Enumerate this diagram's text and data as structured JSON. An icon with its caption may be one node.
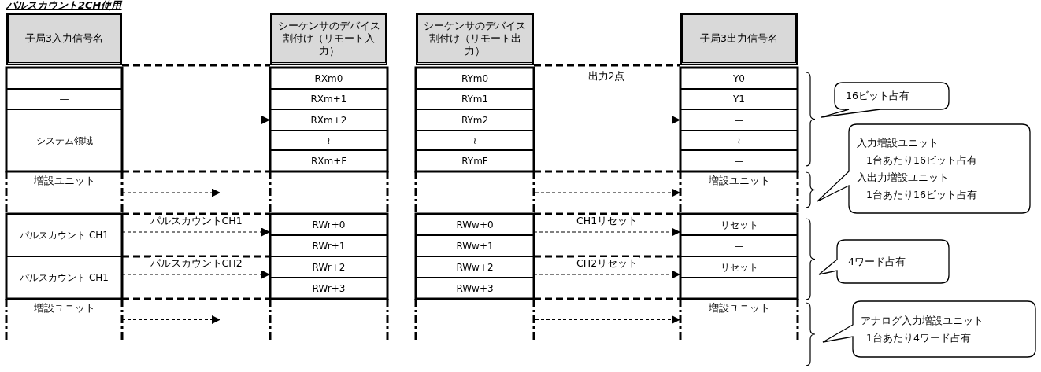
{
  "diagram": {
    "title": "パルスカウント2CH使用",
    "nodes": [
      {
        "text": [
          "子局3入力信号名"
        ]
      },
      {
        "text": [
          "シーケンサのデバイス割付け（リモート入力）"
        ]
      },
      {
        "text": [
          "シーケンサのデバイス割付け（リモート出力）"
        ]
      },
      {
        "text": [
          "子局3出力信号名"
        ]
      },
      {
        "text": [
          "—"
        ]
      },
      {
        "text": [
          "—"
        ]
      },
      {
        "text": [
          "システム領域"
        ]
      },
      {
        "text": [
          "増設ユニット"
        ]
      },
      {
        "text": [
          "パルスカウント CH1"
        ]
      },
      {
        "text": [
          "パルスカウント CH1"
        ]
      },
      {
        "text": [
          "増設ユニット"
        ]
      },
      {
        "text": [
          "RXm0"
        ]
      },
      {
        "text": [
          "RXm+1"
        ]
      },
      {
        "text": [
          "RXm+2"
        ]
      },
      {
        "text": [
          "≀"
        ]
      },
      {
        "text": [
          "RXm+F"
        ]
      },
      {
        "text": [
          "RWr+0"
        ]
      },
      {
        "text": [
          "RWr+1"
        ]
      },
      {
        "text": [
          "RWr+2"
        ]
      },
      {
        "text": [
          "RWr+3"
        ]
      },
      {
        "text": [
          "RYm0"
        ]
      },
      {
        "text": [
          "RYm1"
        ]
      },
      {
        "text": [
          "RYm2"
        ]
      },
      {
        "text": [
          "≀"
        ]
      },
      {
        "text": [
          "RYmF"
        ]
      },
      {
        "text": [
          "RWw+0"
        ]
      },
      {
        "text": [
          "RWw+1"
        ]
      },
      {
        "text": [
          "RWw+2"
        ]
      },
      {
        "text": [
          "RWw+3"
        ]
      },
      {
        "text": [
          "Y0"
        ]
      },
      {
        "text": [
          "Y1"
        ]
      },
      {
        "text": [
          "—"
        ]
      },
      {
        "text": [
          "≀"
        ]
      },
      {
        "text": [
          "—"
        ]
      },
      {
        "text": [
          "増設ユニット"
        ]
      },
      {
        "text": [
          "リセット"
        ]
      },
      {
        "text": [
          "—"
        ]
      },
      {
        "text": [
          "リセット"
        ]
      },
      {
        "text": [
          "—"
        ]
      },
      {
        "text": [
          "増設ユニット"
        ]
      },
      {
        "text": [
          "16ビット占有"
        ]
      },
      {
        "text": [
          "入力増設ユニット",
          "1台あたり16ビット占有",
          "入出力増設ユニット",
          "1台あたり16ビット占有"
        ]
      },
      {
        "text": [
          "4ワード占有"
        ]
      },
      {
        "text": [
          "アナログ入力増設ユニット",
          "1台あたり4ワード占有"
        ]
      }
    ],
    "edges": [
      {
        "from": 6,
        "to": 13,
        "arrow": "to"
      },
      {
        "from": 7,
        "to": null,
        "arrow": "to"
      },
      {
        "from": 8,
        "to": 16,
        "arrow": "to",
        "label": "パルスカウントCH1"
      },
      {
        "from": 9,
        "to": 18,
        "arrow": "to",
        "label": "パルスカウントCH2"
      },
      {
        "from": 10,
        "to": null,
        "arrow": "to"
      },
      {
        "from": 22,
        "to": 31,
        "arrow": "to"
      },
      {
        "from": null,
        "to": 34,
        "arrow": "to"
      },
      {
        "from": 25,
        "to": 35,
        "arrow": "to",
        "label": "CH1リセット"
      },
      {
        "from": 27,
        "to": 37,
        "arrow": "to",
        "label": "CH2リセット"
      },
      {
        "from": null,
        "to": 39,
        "arrow": "to"
      }
    ],
    "labels": [
      "出力2点"
    ]
  }
}
